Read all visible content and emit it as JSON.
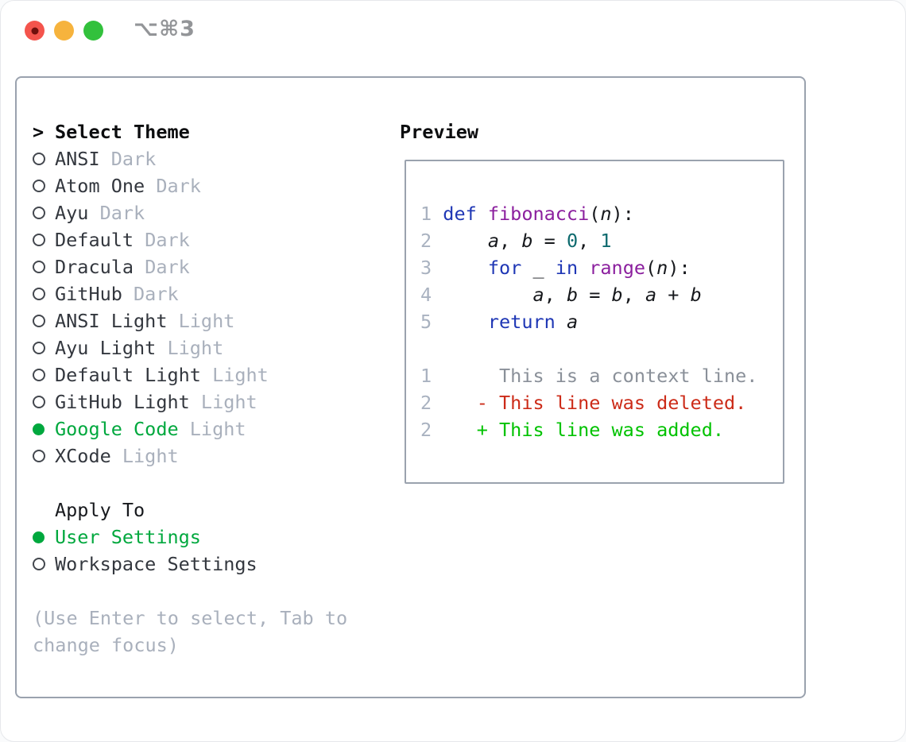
{
  "titlebar": {
    "shortcut": "⌥⌘3",
    "traffic_lights": [
      {
        "name": "close",
        "color": "#f4544c",
        "dot": "#70100c"
      },
      {
        "name": "minimize",
        "color": "#f6b33d",
        "dot": ""
      },
      {
        "name": "zoom",
        "color": "#32c13c",
        "dot": ""
      }
    ]
  },
  "theme_selector": {
    "prompt": ">",
    "title": "Select Theme",
    "items": [
      {
        "name": "ANSI",
        "variant": "Dark",
        "selected": false
      },
      {
        "name": "Atom One",
        "variant": "Dark",
        "selected": false
      },
      {
        "name": "Ayu",
        "variant": "Dark",
        "selected": false
      },
      {
        "name": "Default",
        "variant": "Dark",
        "selected": false
      },
      {
        "name": "Dracula",
        "variant": "Dark",
        "selected": false
      },
      {
        "name": "GitHub",
        "variant": "Dark",
        "selected": false
      },
      {
        "name": "ANSI Light",
        "variant": "Light",
        "selected": false
      },
      {
        "name": "Ayu Light",
        "variant": "Light",
        "selected": false
      },
      {
        "name": "Default Light",
        "variant": "Light",
        "selected": false
      },
      {
        "name": "GitHub Light",
        "variant": "Light",
        "selected": false
      },
      {
        "name": "Google Code",
        "variant": "Light",
        "selected": true
      },
      {
        "name": "XCode",
        "variant": "Light",
        "selected": false
      }
    ]
  },
  "apply_to": {
    "title": "Apply To",
    "options": [
      {
        "label": "User Settings",
        "selected": true
      },
      {
        "label": "Workspace Settings",
        "selected": false
      }
    ]
  },
  "hint": "(Use Enter to select, Tab to change focus)",
  "preview": {
    "title": "Preview",
    "lines": [
      {
        "num": "1",
        "segments": [
          {
            "t": "def ",
            "k": "kwd"
          },
          {
            "t": "fibonacci",
            "k": "typ"
          },
          {
            "t": "(",
            "k": "pln"
          },
          {
            "t": "n",
            "k": "var"
          },
          {
            "t": "):",
            "k": "pln"
          }
        ]
      },
      {
        "num": "2",
        "segments": [
          {
            "t": "    ",
            "k": "pln"
          },
          {
            "t": "a",
            "k": "var"
          },
          {
            "t": ", ",
            "k": "pln"
          },
          {
            "t": "b",
            "k": "var"
          },
          {
            "t": " = ",
            "k": "pln"
          },
          {
            "t": "0",
            "k": "lit"
          },
          {
            "t": ", ",
            "k": "pln"
          },
          {
            "t": "1",
            "k": "lit"
          }
        ]
      },
      {
        "num": "3",
        "segments": [
          {
            "t": "    ",
            "k": "pln"
          },
          {
            "t": "for",
            "k": "kwd"
          },
          {
            "t": " _ ",
            "k": "pln"
          },
          {
            "t": "in",
            "k": "kwd"
          },
          {
            "t": " ",
            "k": "pln"
          },
          {
            "t": "range",
            "k": "typ"
          },
          {
            "t": "(",
            "k": "pln"
          },
          {
            "t": "n",
            "k": "var"
          },
          {
            "t": "):",
            "k": "pln"
          }
        ]
      },
      {
        "num": "4",
        "segments": [
          {
            "t": "        ",
            "k": "pln"
          },
          {
            "t": "a",
            "k": "var"
          },
          {
            "t": ", ",
            "k": "pln"
          },
          {
            "t": "b",
            "k": "var"
          },
          {
            "t": " = ",
            "k": "pln"
          },
          {
            "t": "b",
            "k": "var"
          },
          {
            "t": ", ",
            "k": "pln"
          },
          {
            "t": "a",
            "k": "var"
          },
          {
            "t": " + ",
            "k": "pln"
          },
          {
            "t": "b",
            "k": "var"
          }
        ]
      },
      {
        "num": "5",
        "segments": [
          {
            "t": "    ",
            "k": "pln"
          },
          {
            "t": "return",
            "k": "kwd"
          },
          {
            "t": " ",
            "k": "pln"
          },
          {
            "t": "a",
            "k": "var"
          }
        ]
      },
      {
        "num": "",
        "segments": []
      },
      {
        "num": "1",
        "segments": [
          {
            "t": "     This is a context line.",
            "k": "ctx"
          }
        ]
      },
      {
        "num": "2",
        "segments": [
          {
            "t": "   - This line was deleted.",
            "k": "del"
          }
        ]
      },
      {
        "num": "2",
        "segments": [
          {
            "t": "   + This line was added.",
            "k": "add"
          }
        ]
      }
    ]
  },
  "colors": {
    "keyword": "#1f37b5",
    "type": "#8b1f9e",
    "literal": "#0e6a6e",
    "plain": "#16181c",
    "context": "#8a9099",
    "deleted": "#cc2b18",
    "added": "#00c200",
    "selected_green": "#00a83e",
    "muted": "#a9b0bc",
    "line_number": "#a9b2c0",
    "panel_border": "#9aa2ae"
  }
}
